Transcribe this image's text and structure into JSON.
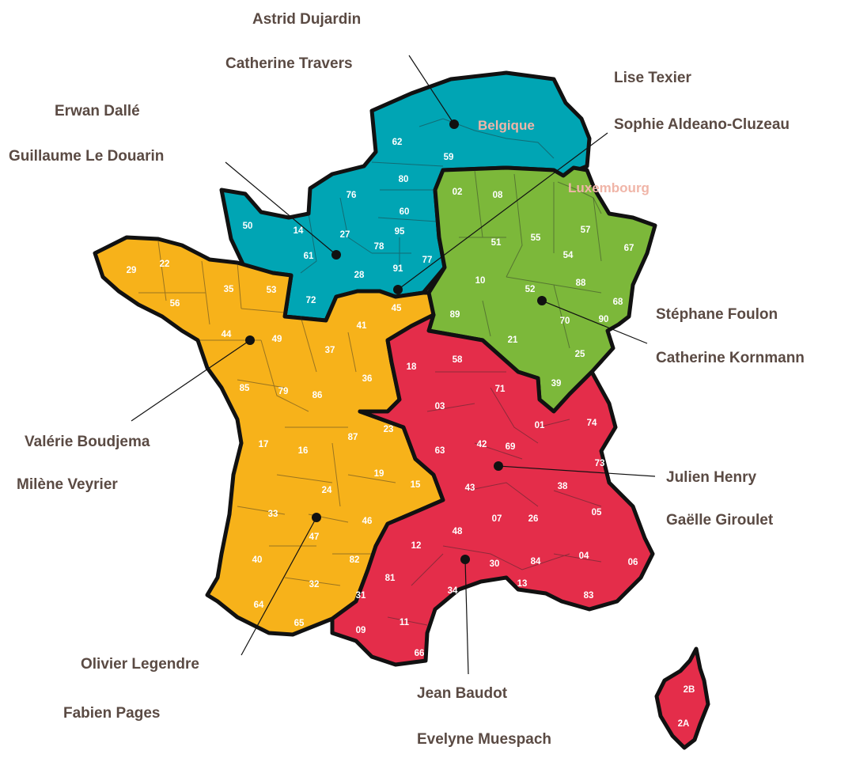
{
  "colors": {
    "north": "#00a5b4",
    "east": "#7cb83a",
    "west": "#f7b21a",
    "south": "#e42d4a",
    "text": "#5a4a43",
    "country_label": "#f0b5a8"
  },
  "countries": {
    "belgique": "Belgique",
    "luxembourg": "Luxembourg"
  },
  "representatives": {
    "astrid": "Astrid Dujardin",
    "catherine_t": "Catherine Travers",
    "lise": "Lise Texier",
    "erwan": "Erwan Dallé",
    "sophie": "Sophie Aldeano-Cluzeau",
    "guillaume": "Guillaume Le Douarin",
    "stephane": "Stéphane Foulon",
    "catherine_k": "Catherine Kornmann",
    "valerie": "Valérie Boudjema",
    "milene": "Milène Veyrier",
    "julien": "Julien Henry",
    "gaelle": "Gaëlle Giroulet",
    "olivier": "Olivier Legendre",
    "fabien": "Fabien Pages",
    "jean": "Jean Baudot",
    "evelyne": "Evelyne Muespach"
  },
  "departments": {
    "d62": "62",
    "d59": "59",
    "d80": "80",
    "d60": "60",
    "d76": "76",
    "d50": "50",
    "d14": "14",
    "d27": "27",
    "d61": "61",
    "d78": "78",
    "d95": "95",
    "d28": "28",
    "d77": "77",
    "d72": "72",
    "d91": "91",
    "d02": "02",
    "d08": "08",
    "d51": "51",
    "d55": "55",
    "d57": "57",
    "d67": "67",
    "d54": "54",
    "d10": "10",
    "d52": "52",
    "d88": "88",
    "d68": "68",
    "d89": "89",
    "d70": "70",
    "d90": "90",
    "d21": "21",
    "d25": "25",
    "d39": "39",
    "d29": "29",
    "d22": "22",
    "d35": "35",
    "d53": "53",
    "d56": "56",
    "d45": "45",
    "d41": "41",
    "d44": "44",
    "d49": "49",
    "d37": "37",
    "d36": "36",
    "d85": "85",
    "d79": "79",
    "d86": "86",
    "d87": "87",
    "d17": "17",
    "d16": "16",
    "d19": "19",
    "d24": "24",
    "d15": "15",
    "d33": "33",
    "d46": "46",
    "d47": "47",
    "d40": "40",
    "d82": "82",
    "d32": "32",
    "d31": "31",
    "d64": "64",
    "d65": "65",
    "d18": "18",
    "d58": "58",
    "d71": "71",
    "d03": "03",
    "d23": "23",
    "d01": "01",
    "d74": "74",
    "d63": "63",
    "d42": "42",
    "d69": "69",
    "d73": "73",
    "d38": "38",
    "d43": "43",
    "d05": "05",
    "d07": "07",
    "d26": "26",
    "d48": "48",
    "d12": "12",
    "d04": "04",
    "d06": "06",
    "d30": "30",
    "d84": "84",
    "d81": "81",
    "d34": "34",
    "d13": "13",
    "d83": "83",
    "d11": "11",
    "d09": "09",
    "d66": "66",
    "d2B": "2B",
    "d2A": "2A"
  }
}
